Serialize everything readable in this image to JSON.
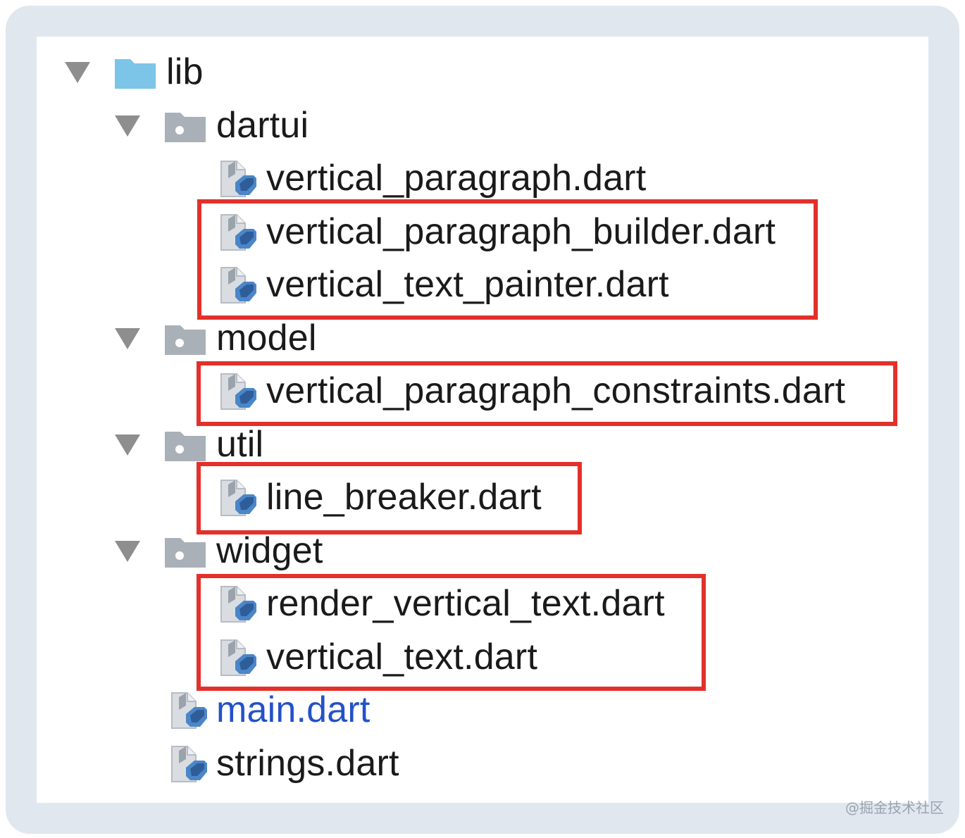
{
  "tree": {
    "root": {
      "label": "lib",
      "expanded": true
    },
    "folders": [
      {
        "label": "dartui",
        "expanded": true,
        "files": [
          "vertical_paragraph.dart",
          "vertical_paragraph_builder.dart",
          "vertical_text_painter.dart"
        ]
      },
      {
        "label": "model",
        "expanded": true,
        "files": [
          "vertical_paragraph_constraints.dart"
        ]
      },
      {
        "label": "util",
        "expanded": true,
        "files": [
          "line_breaker.dart"
        ]
      },
      {
        "label": "widget",
        "expanded": true,
        "files": [
          "render_vertical_text.dart",
          "vertical_text.dart"
        ]
      }
    ],
    "root_files": [
      {
        "label": "main.dart",
        "style": "link"
      },
      {
        "label": "strings.dart",
        "style": "normal"
      }
    ]
  },
  "icons": {
    "caret": "triangle-down-icon",
    "root_folder": "source-folder-icon",
    "folder": "package-folder-icon",
    "file": "dart-file-icon"
  },
  "colors": {
    "highlight": "#e3302b",
    "link_text": "#2451c8",
    "root_folder": "#7cc4e8",
    "folder": "#a9b0b8"
  },
  "watermark": "@掘金技术社区"
}
